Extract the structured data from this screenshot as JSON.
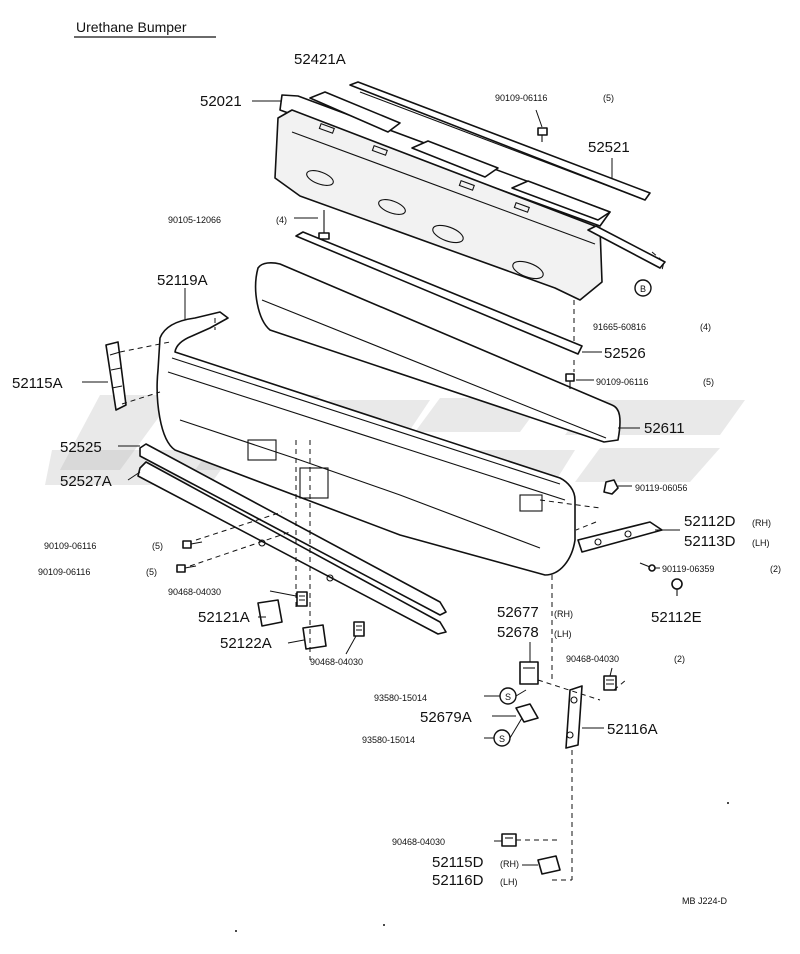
{
  "title": "Urethane Bumper",
  "diagram_code": "MB J224-D",
  "callout_letters": {
    "b": "B",
    "s": "S"
  },
  "labels": {
    "p52421A": "52421A",
    "p52021": "52021",
    "p90109_top": "90109-06116",
    "p90109_top_qty": "(5)",
    "p52521": "52521",
    "p90105": "90105-12066",
    "p90105_qty": "(4)",
    "p52119A": "52119A",
    "p91665": "91665-60816",
    "p91665_qty": "(4)",
    "p52526": "52526",
    "p90109_mid": "90109-06116",
    "p90109_mid_qty": "(5)",
    "p52115A": "52115A",
    "p52611": "52611",
    "p52525": "52525",
    "p52527A": "52527A",
    "p90119_06056": "90119-06056",
    "p52112D": "52112D",
    "p52112D_side": "(RH)",
    "p52113D": "52113D",
    "p52113D_side": "(LH)",
    "p90109_l1": "90109-06116",
    "p90109_l1_qty": "(5)",
    "p90109_l2": "90109-06116",
    "p90109_l2_qty": "(5)",
    "p90119_06359": "90119-06359",
    "p90119_06359_qty": "(2)",
    "p90468_a": "90468-04030",
    "p52677": "52677",
    "p52677_side": "(RH)",
    "p52112E": "52112E",
    "p52121A": "52121A",
    "p52678": "52678",
    "p52678_side": "(LH)",
    "p52122A": "52122A",
    "p90468_b": "90468-04030",
    "p90468_c": "90468-04030",
    "p90468_c_qty": "(2)",
    "p93580_a": "93580-15014",
    "p52679A": "52679A",
    "p52116A": "52116A",
    "p93580_b": "93580-15014",
    "p90468_d": "90468-04030",
    "p52115D": "52115D",
    "p52115D_side": "(RH)",
    "p52116D": "52116D",
    "p52116D_side": "(LH)"
  }
}
